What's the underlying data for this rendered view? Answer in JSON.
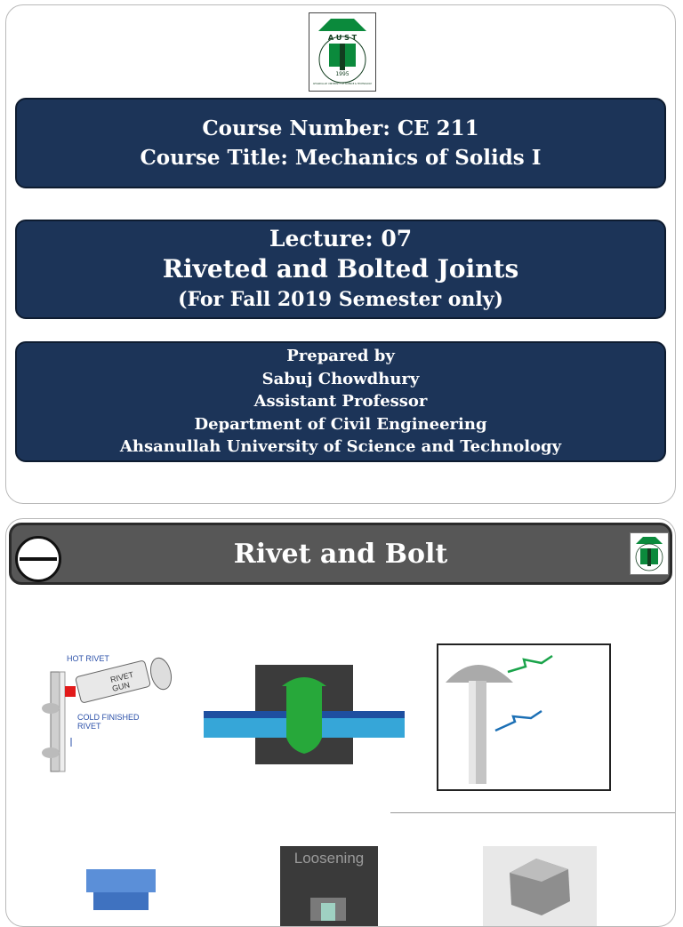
{
  "slide1": {
    "logo": {
      "text_top": "A U S T",
      "text_year": "1995",
      "ring_text": "AHSANULLAH UNIVERSITY OF SCIENCE & TECHNOLOGY",
      "colors": {
        "green": "#0b8a3c",
        "dark": "#123d1f"
      }
    },
    "course": {
      "number": "Course Number: CE 211",
      "title": "Course Title: Mechanics of Solids I"
    },
    "lecture": {
      "number": "Lecture: 07",
      "topic": "Riveted and Bolted Joints",
      "note": "(For Fall 2019 Semester only)"
    },
    "author": {
      "prepared_by": "Prepared by",
      "name": "Sabuj Chowdhury",
      "position": "Assistant Professor",
      "department": "Department of Civil Engineering",
      "university": "Ahsanullah University of Science and Technology"
    }
  },
  "slide2": {
    "title": "Rivet and Bolt",
    "icons": {
      "left": "circle-minus-icon",
      "right": "aust-logo"
    },
    "figure1": {
      "hot_rivet": "HOT RIVET",
      "gun_line1": "RIVET",
      "gun_line2": "GUN",
      "cold1": "COLD FINISHED",
      "cold2": "RIVET"
    },
    "figure_bottom2": {
      "caption": "Loosening"
    }
  },
  "colors": {
    "band_fill": "#1c3458",
    "title_bar": "#575757"
  }
}
